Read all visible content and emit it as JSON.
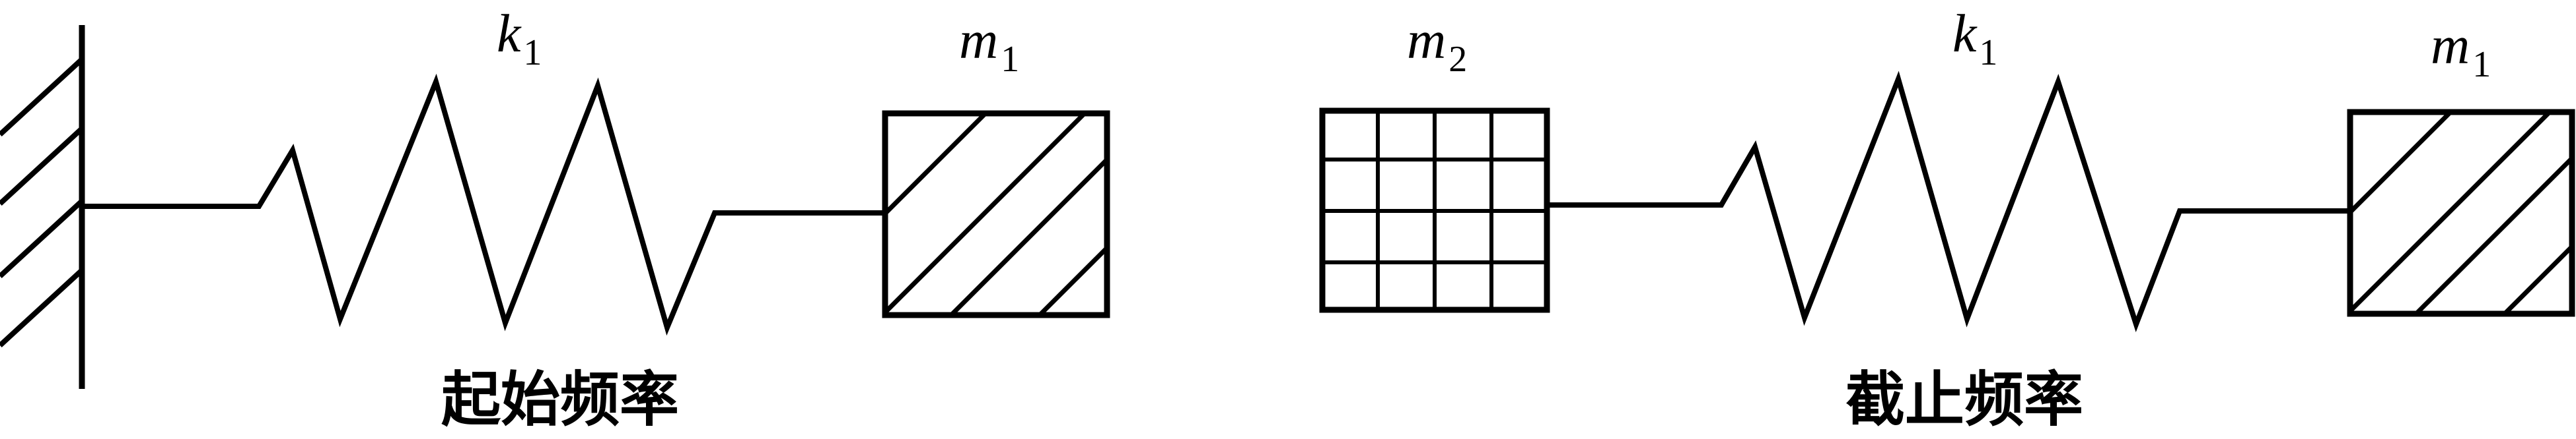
{
  "left": {
    "spring": {
      "symbol": "k",
      "sub": "1"
    },
    "mass": {
      "symbol": "m",
      "sub": "1"
    },
    "caption": "起始频率"
  },
  "right": {
    "mass_grid": {
      "symbol": "m",
      "sub": "2"
    },
    "spring": {
      "symbol": "k",
      "sub": "1"
    },
    "mass": {
      "symbol": "m",
      "sub": "1"
    },
    "caption": "截止频率"
  }
}
